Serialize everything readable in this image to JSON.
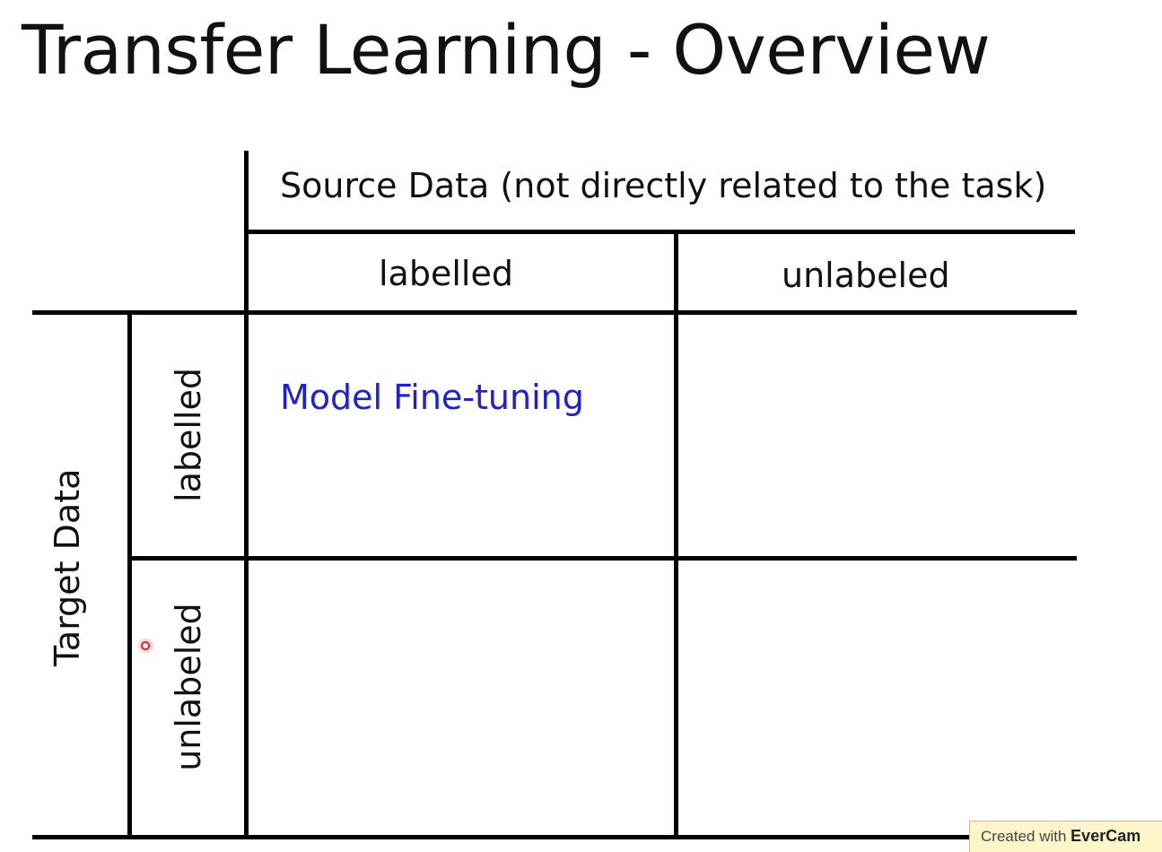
{
  "title": "Transfer Learning - Overview",
  "colors": {
    "text": "#111111",
    "highlight": "#1f1fd6",
    "lines": "#000000"
  },
  "table": {
    "column_header": "Source Data (not directly related to the task)",
    "row_header": "Target Data",
    "source_columns": [
      "labelled",
      "unlabeled"
    ],
    "target_rows": [
      "labelled",
      "unlabeled"
    ],
    "cells": {
      "labelled_labelled": "Model Fine-tuning",
      "labelled_unlabeled": "",
      "unlabeled_labelled": "",
      "unlabeled_unlabeled": ""
    }
  },
  "watermark": {
    "prefix": "Created with ",
    "brand": "EverCam"
  }
}
